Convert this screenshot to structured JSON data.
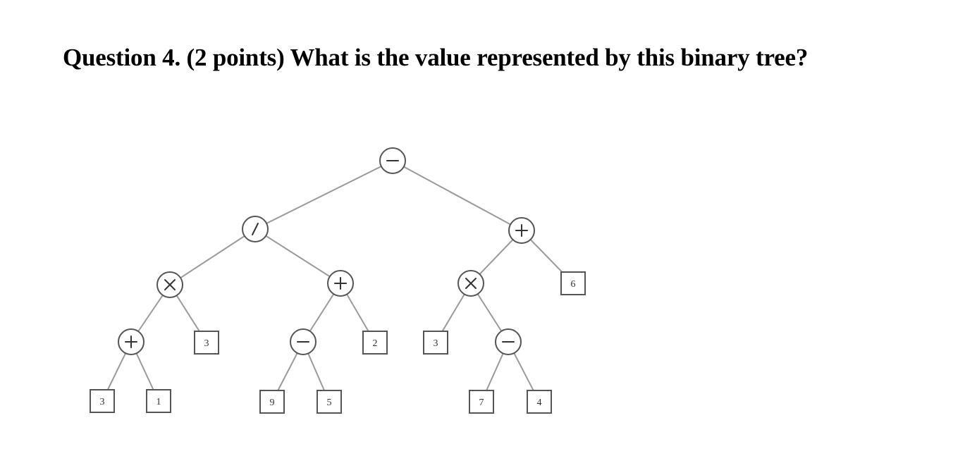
{
  "question": {
    "text": "Question 4. (2 points) What is the value represented by this binary tree?"
  },
  "tree": {
    "root": {
      "id": "root",
      "type": "operator",
      "op": "minus",
      "children": [
        {
          "id": "l",
          "type": "operator",
          "op": "divide",
          "children": [
            {
              "id": "ll",
              "type": "operator",
              "op": "times",
              "children": [
                {
                  "id": "lll",
                  "type": "operator",
                  "op": "plus",
                  "children": [
                    {
                      "id": "llll",
                      "type": "leaf",
                      "value": "3"
                    },
                    {
                      "id": "lllr",
                      "type": "leaf",
                      "value": "1"
                    }
                  ]
                },
                {
                  "id": "llr",
                  "type": "leaf",
                  "value": "3"
                }
              ]
            },
            {
              "id": "lr",
              "type": "operator",
              "op": "plus",
              "children": [
                {
                  "id": "lrl",
                  "type": "operator",
                  "op": "minus",
                  "children": [
                    {
                      "id": "lrll",
                      "type": "leaf",
                      "value": "9"
                    },
                    {
                      "id": "lrlr",
                      "type": "leaf",
                      "value": "5"
                    }
                  ]
                },
                {
                  "id": "lrr",
                  "type": "leaf",
                  "value": "2"
                }
              ]
            }
          ]
        },
        {
          "id": "r",
          "type": "operator",
          "op": "plus",
          "children": [
            {
              "id": "rl",
              "type": "operator",
              "op": "times",
              "children": [
                {
                  "id": "rll",
                  "type": "leaf",
                  "value": "3"
                },
                {
                  "id": "rlr",
                  "type": "operator",
                  "op": "minus",
                  "children": [
                    {
                      "id": "rlrl",
                      "type": "leaf",
                      "value": "7"
                    },
                    {
                      "id": "rlrr",
                      "type": "leaf",
                      "value": "4"
                    }
                  ]
                }
              ]
            },
            {
              "id": "rr",
              "type": "leaf",
              "value": "6"
            }
          ]
        }
      ]
    }
  }
}
